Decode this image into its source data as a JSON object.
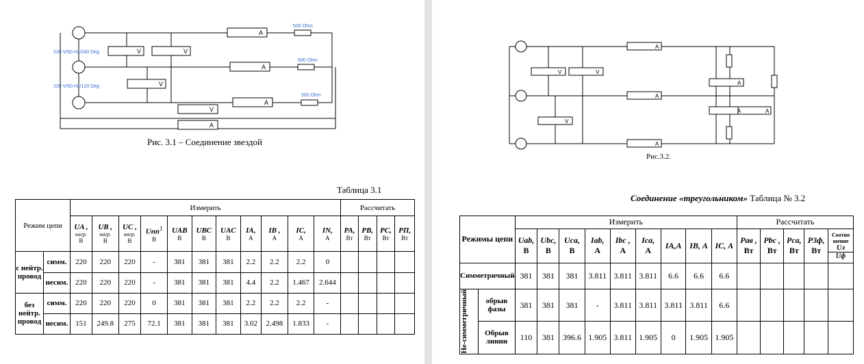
{
  "left": {
    "fig1": {
      "caption": "Рис. 3.1 – Соединение звездой",
      "source_labels": [
        "220 V/50 Hz/240 Deg",
        "220 V/50 Hz/120 Deg"
      ],
      "resistor_label": "500 Ohm",
      "voltmeter": "V",
      "ammeter": "A"
    },
    "table_title": "Таблица 3.1",
    "table1": {
      "mode_header": "Режим цепи",
      "measure_header": "Измерить",
      "calc_header": "Рассчитать",
      "cols": [
        {
          "name": "UA ,",
          "sub": "нагр.",
          "unit": "В"
        },
        {
          "name": "UB ,",
          "sub": "нагр.",
          "unit": "В"
        },
        {
          "name": "UC ,",
          "sub": "нагр.",
          "unit": "В"
        },
        {
          "name": "Unn",
          "sup": "1",
          "unit": "В"
        },
        {
          "name": "UAB",
          "unit": "В"
        },
        {
          "name": "UBC",
          "unit": "В"
        },
        {
          "name": "UAC",
          "unit": "В"
        },
        {
          "name": "IA,",
          "unit": "А"
        },
        {
          "name": "IB ,",
          "unit": "А"
        },
        {
          "name": "IC,",
          "unit": "А"
        },
        {
          "name": "IN,",
          "unit": "А"
        }
      ],
      "calc_cols": [
        {
          "name": "PA,",
          "unit": "Вт"
        },
        {
          "name": "PB,",
          "unit": "Вт"
        },
        {
          "name": "PC,",
          "unit": "Вт"
        },
        {
          "name": "PΠ,",
          "unit": "Вт"
        }
      ],
      "groups": [
        {
          "label": "с нейтр. провод",
          "rows": [
            {
              "sub": "симм.",
              "values": [
                "220",
                "220",
                "220",
                "-",
                "381",
                "381",
                "381",
                "2.2",
                "2.2",
                "2.2",
                "0"
              ]
            },
            {
              "sub": "несим.",
              "values": [
                "220",
                "220",
                "220",
                "-",
                "381",
                "381",
                "381",
                "4.4",
                "2.2",
                "1.467",
                "2.644"
              ]
            }
          ]
        },
        {
          "label": "без нейтр. провод",
          "rows": [
            {
              "sub": "симм.",
              "values": [
                "220",
                "220",
                "220",
                "0",
                "381",
                "381",
                "381",
                "2.2",
                "2.2",
                "2.2",
                "-"
              ]
            },
            {
              "sub": "несим.",
              "values": [
                "151",
                "249.8",
                "275",
                "72.1",
                "381",
                "381",
                "381",
                "3.02",
                "2.498",
                "1.833",
                "-"
              ]
            }
          ]
        }
      ]
    }
  },
  "right": {
    "fig2": {
      "caption": "Рис.3.2.",
      "voltmeter": "V",
      "ammeter": "A"
    },
    "title_bold": "Соединение «треугольником»",
    "title_rest": " Таблица № 3.2",
    "table2": {
      "mode_header": "Режимы цепи",
      "measure_header": "Измерить",
      "calc_header": "Рассчитать",
      "cols": [
        {
          "name": "Uab,",
          "unit": "В"
        },
        {
          "name": "Ubc,",
          "unit": "В"
        },
        {
          "name": "Uca,",
          "unit": "В"
        },
        {
          "name": "Iab,",
          "unit": "А"
        },
        {
          "name": "Ibc ,",
          "unit": "А"
        },
        {
          "name": "Ica,",
          "unit": "А"
        },
        {
          "name": "IA,А",
          "unit": ""
        },
        {
          "name": "IB, А",
          "unit": ""
        },
        {
          "name": "IC, А",
          "unit": ""
        }
      ],
      "calc_cols": [
        {
          "name": "Pав ,",
          "unit": "Вт"
        },
        {
          "name": "Pbc ,",
          "unit": "Вт"
        },
        {
          "name": "Pca,",
          "unit": "Вт"
        },
        {
          "name": "P3ф,",
          "unit": "Вт"
        }
      ],
      "ratio": {
        "label": "Соотно шение",
        "num": "Uл",
        "den": "Uф"
      },
      "sym_label": "Симметричный",
      "sym_values": [
        "381",
        "381",
        "381",
        "3.811",
        "3.811",
        "3.811",
        "6.6",
        "6.6",
        "6.6"
      ],
      "nonsym_label": "Не-симметричный",
      "nonsym_rows": [
        {
          "sub": "обрыв фазы",
          "values": [
            "381",
            "381",
            "381",
            "-",
            "3.811",
            "3.811",
            "3.811",
            "3.811",
            "6.6"
          ]
        },
        {
          "sub": "Обрыв линии",
          "values": [
            "110",
            "381",
            "396.6",
            "1.905",
            "3.811",
            "1.905",
            "0",
            "1.905",
            "1.905"
          ]
        }
      ]
    }
  }
}
